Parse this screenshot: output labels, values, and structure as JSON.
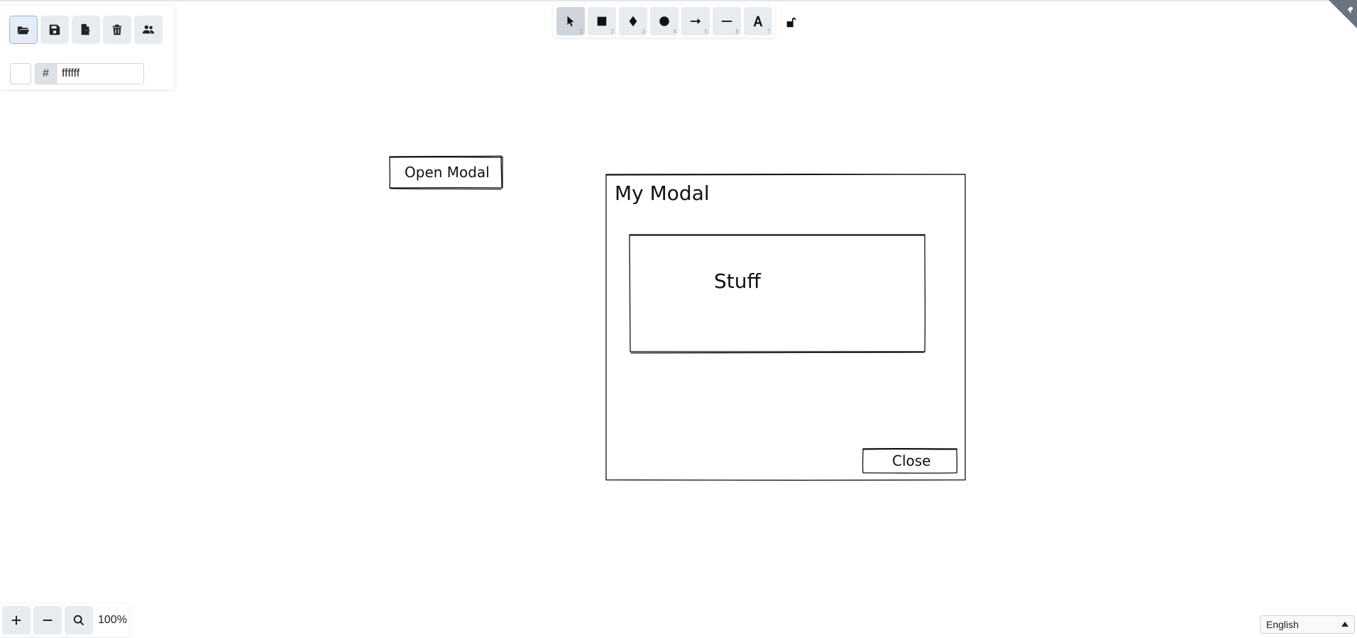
{
  "panel": {
    "buttons": [
      {
        "name": "open-button",
        "icon": "folder-open-icon"
      },
      {
        "name": "save-button",
        "icon": "save-icon"
      },
      {
        "name": "export-button",
        "icon": "file-export-icon"
      },
      {
        "name": "clear-canvas-button",
        "icon": "trash-icon"
      },
      {
        "name": "collaborate-button",
        "icon": "users-icon"
      }
    ],
    "color": {
      "swatch": "#ffffff",
      "hash": "#",
      "value": "ffffff"
    }
  },
  "toolbar": {
    "tools": [
      {
        "name": "selection",
        "icon": "pointer-icon",
        "key": "1"
      },
      {
        "name": "rectangle",
        "icon": "square-icon",
        "key": "2"
      },
      {
        "name": "diamond",
        "icon": "diamond-icon",
        "key": "3"
      },
      {
        "name": "ellipse",
        "icon": "circle-icon",
        "key": "4"
      },
      {
        "name": "arrow",
        "icon": "arrow-right-icon",
        "key": "5"
      },
      {
        "name": "line",
        "icon": "line-icon",
        "key": "6"
      },
      {
        "name": "text",
        "icon": "text-icon",
        "key": "7"
      }
    ],
    "lock_icon": "unlock-icon"
  },
  "canvas": {
    "open_modal_label": "Open Modal",
    "modal_title": "My Modal",
    "content_label": "Stuff",
    "close_label": "Close"
  },
  "zoom": {
    "level": "100%"
  },
  "language": {
    "selected": "English"
  }
}
